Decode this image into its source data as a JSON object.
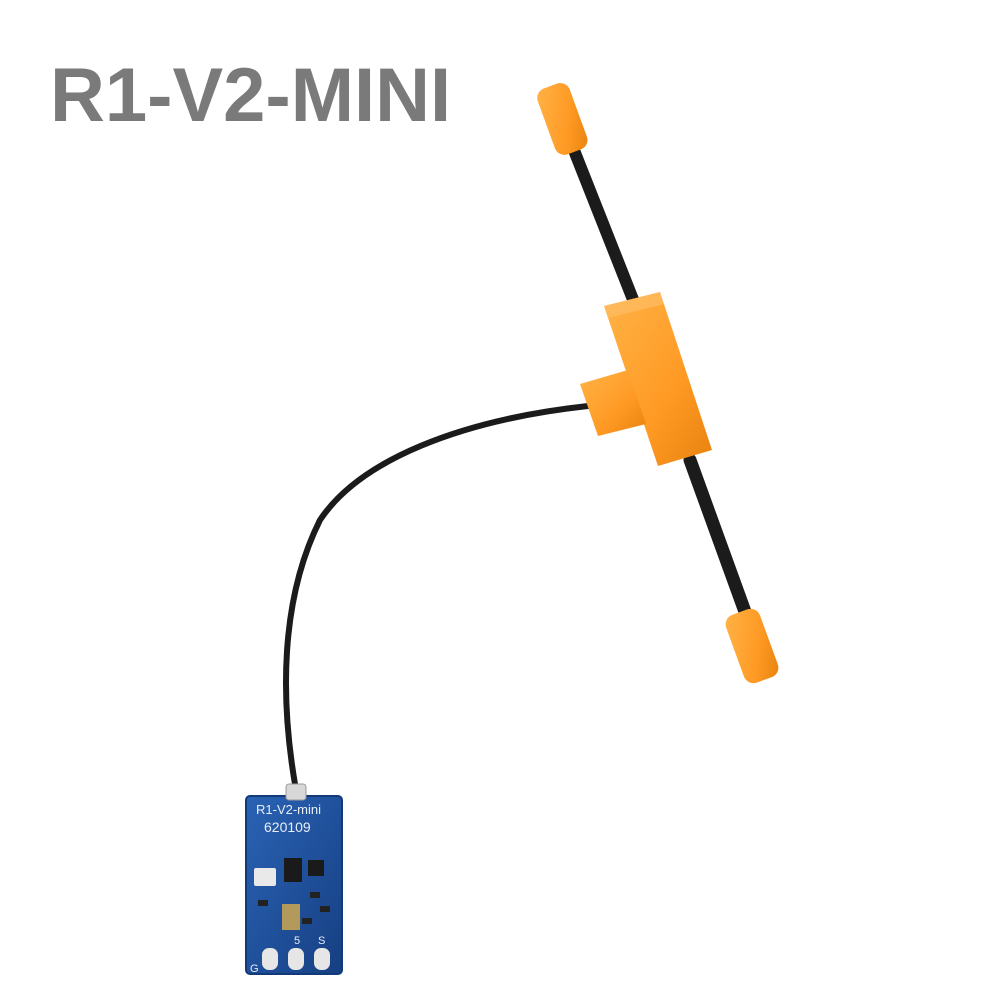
{
  "title": "R1-V2-MINI",
  "board": {
    "model_label": "R1-V2-mini",
    "serial": "620109",
    "pad_labels": [
      "G",
      "5",
      "S"
    ]
  },
  "colors": {
    "title": "#7a7a7a",
    "antenna_housing": "#ff9e2c",
    "antenna_wire": "#1b1b1b",
    "pcb": "#1d4f9a"
  }
}
